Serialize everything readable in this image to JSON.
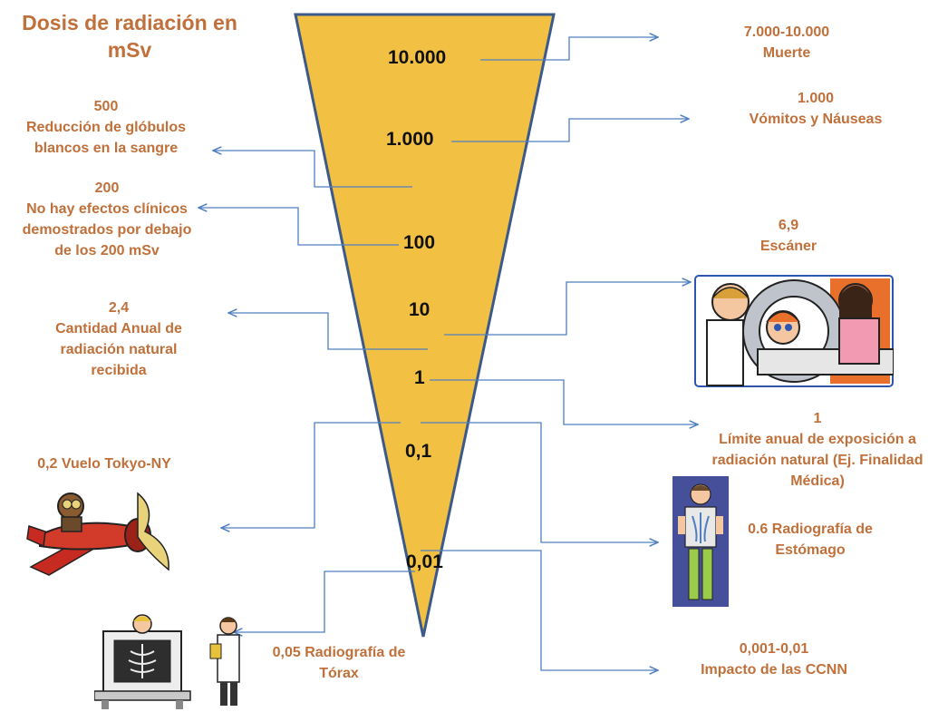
{
  "title": {
    "line1": "Dosis de radiación en",
    "line2": "mSv"
  },
  "scale": [
    "10.000",
    "1.000",
    "100",
    "10",
    "1",
    "0,1",
    "0,01"
  ],
  "labels": {
    "muerte": [
      "7.000-10.000",
      "Muerte"
    ],
    "vomitos": [
      "1.000",
      "Vómitos y Náuseas"
    ],
    "globulos": [
      "500",
      "Reducción de glóbulos",
      "blancos en la sangre"
    ],
    "no_efectos": [
      "200",
      "No hay efectos clínicos",
      "demostrados por debajo",
      "de los 200 mSv"
    ],
    "escaner": [
      "6,9",
      "Escáner"
    ],
    "anual_natural": [
      "2,4",
      "Cantidad Anual de",
      "radiación natural",
      "recibida"
    ],
    "limite": [
      "1",
      "Límite anual  de exposición a",
      "radiación natural (Ej. Finalidad",
      "Médica)"
    ],
    "vuelo": [
      "0,2 Vuelo Tokyo-NY"
    ],
    "estomago": [
      "0.6 Radiografía de",
      "Estómago"
    ],
    "torax": [
      "0,05 Radiografía de",
      "Tórax"
    ],
    "ccnn": [
      "0,001-0,01",
      "Impacto de las CCNN"
    ]
  },
  "icons": {
    "scanner": "ct-scanner-illustration",
    "plane": "airplane-pilot-illustration",
    "xray_person": "xray-person-illustration",
    "xray_machine": "xray-machine-doctor-illustration"
  },
  "colors": {
    "funnel_fill": "#F2C043",
    "funnel_stroke": "#3B5A8A",
    "label_text": "#C0703A",
    "connector": "#4F7FC0",
    "scale_text": "#111111"
  }
}
